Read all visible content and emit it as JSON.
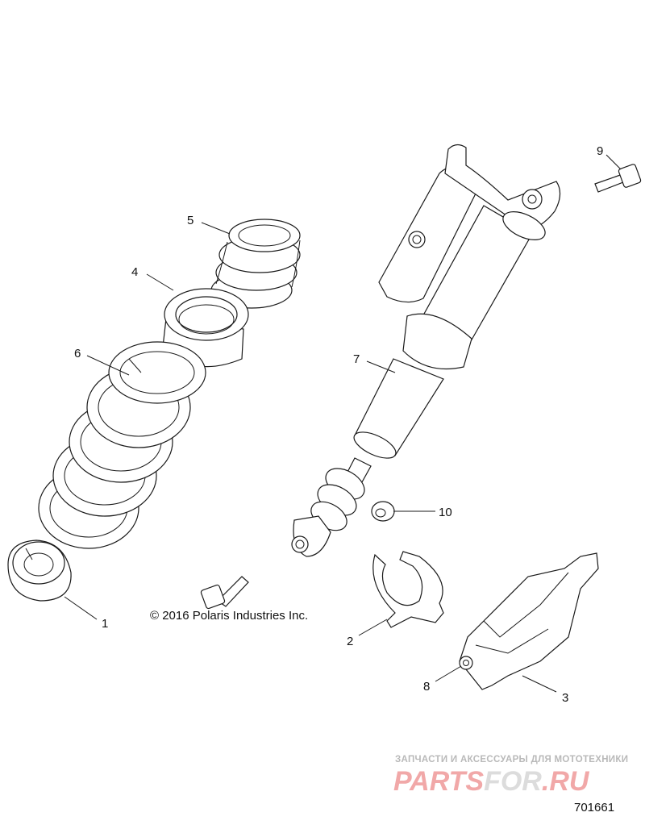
{
  "diagram": {
    "callouts": [
      "1",
      "2",
      "3",
      "4",
      "5",
      "6",
      "7",
      "8",
      "9",
      "10"
    ],
    "copyright": "© 2016 Polaris Industries Inc.",
    "drawing_number": "701661"
  },
  "watermark": {
    "caption": "ЗАПЧАСТИ И АКСЕССУАРЫ ДЛЯ МОТОТЕХНИКИ",
    "logo_part1": "PARTS",
    "logo_part2": "FOR",
    "logo_part3": ".RU",
    "accent_color": "#e53935"
  }
}
